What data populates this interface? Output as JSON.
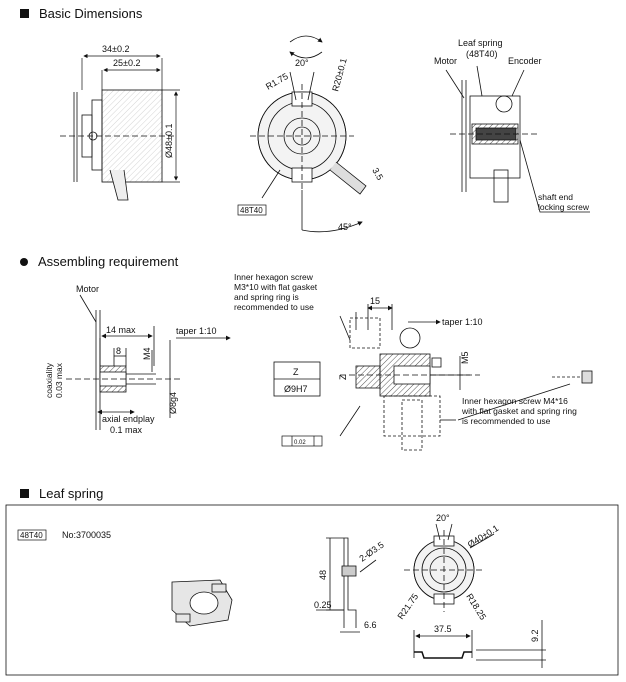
{
  "sections": {
    "basic": "Basic Dimensions",
    "assembling": "Assembling requirement",
    "leaf": "Leaf spring"
  },
  "dims1": {
    "width_total": "34±0.2",
    "width_body": "25±0.2",
    "diameter": "Ø48±0.1",
    "angle_top": "20°",
    "radius_a": "R1.75",
    "radius_b": "R20±0.1",
    "tag": "48T40",
    "angle_side": "45°",
    "offset": "3.5"
  },
  "labels1": {
    "motor": "Motor",
    "leaf": "Leaf spring\n(48T40)",
    "encoder": "Encoder",
    "shaft": "shaft end\nlocking screw"
  },
  "assembling": {
    "motor": "Motor",
    "coaxiality": "coaxiality\n0.03 max",
    "max14": "14 max",
    "dim8": "8",
    "m4": "M4",
    "d8g4": "Ø8g4",
    "endplay": "axial endplay\n0.1 max",
    "taper1": "taper 1:10",
    "z": "Z",
    "h7": "Ø9H7",
    "screw1": "Inner hexagon screw\nM3*10 with flat gasket\nand spring ring is\nrecommended to use",
    "dim15": "15",
    "taper2": "taper 1:10",
    "m5": "M5",
    "zz": "Z",
    "screw2": "Inner hexagon screw M4*16\nwith flat gasket and spring ring\nis recommended to use",
    "tol": "0.02"
  },
  "leaf": {
    "tag": "48T40",
    "number": "No:3700035",
    "d48": "48",
    "d025": "0.25",
    "d66": "6.6",
    "hole": "2-Ø3.5",
    "angle": "20°",
    "diam": "Ø40±0.1",
    "r1": "R21.75",
    "r2": "R18.25",
    "w375": "37.5",
    "h92": "9.2"
  }
}
